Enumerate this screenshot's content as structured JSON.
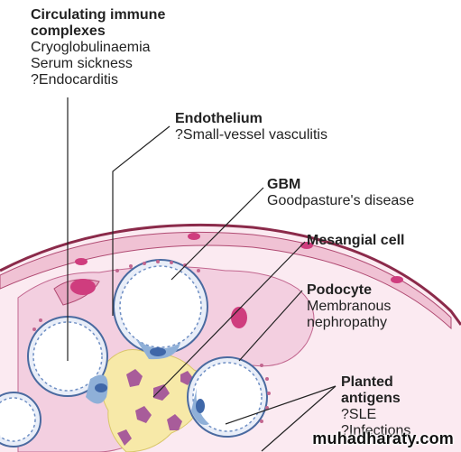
{
  "labels": {
    "circulating": {
      "title_line1": "Circulating immune",
      "title_line2": "complexes",
      "items": [
        "Cryoglobulinaemia",
        "Serum sickness",
        "?Endocarditis"
      ]
    },
    "endothelium": {
      "title": "Endothelium",
      "items": [
        "?Small-vessel vasculitis"
      ]
    },
    "gbm": {
      "title": "GBM",
      "items": [
        "Goodpasture's disease"
      ]
    },
    "mesangial": {
      "title": "Mesangial cell",
      "items": []
    },
    "podocyte": {
      "title": "Podocyte",
      "items": [
        "Membranous",
        "nephropathy"
      ]
    },
    "planted": {
      "title_line1": "Planted",
      "title_line2": "antigens",
      "items": [
        "?SLE",
        "?Infections"
      ]
    }
  },
  "watermark": "muhadharaty.com",
  "colors": {
    "capsule": "#8b2a4a",
    "tissue_pink": "#f0c2d4",
    "podocyte_pink": "#f3cfe0",
    "nucleus_magenta": "#cf3d7e",
    "mesangial_yellow": "#f7e9a8",
    "mesangial_purple": "#a85c9a",
    "endothelial_blue": "#8fb0d8",
    "endothelial_nucleus": "#3f67a8",
    "lumen": "#ffffff",
    "leader": "#222222"
  }
}
